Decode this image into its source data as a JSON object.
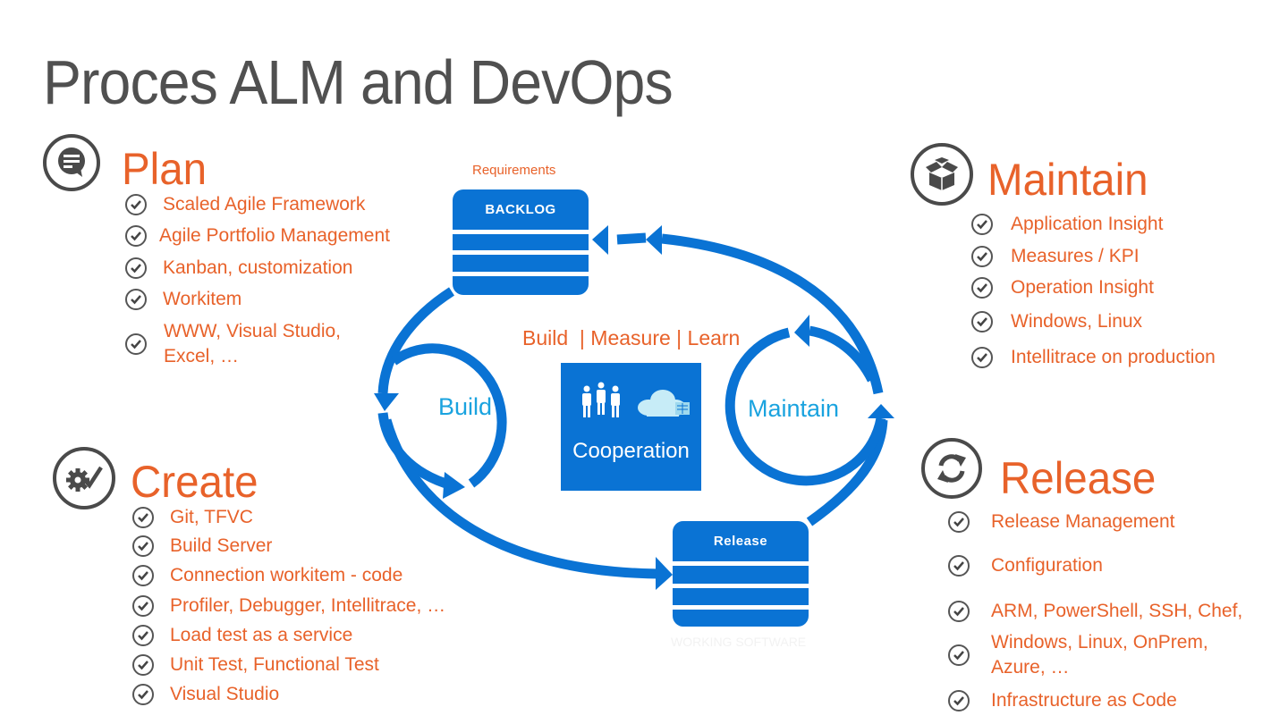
{
  "page": {
    "title": "Proces ALM and DevOps"
  },
  "colors": {
    "accent_orange": "#e8622a",
    "diagram_blue": "#0a73d4",
    "cycle_label_blue": "#1aa3df",
    "icon_gray": "#4a4a4a",
    "title_gray": "#505050"
  },
  "sections": {
    "plan": {
      "title": "Plan",
      "icon": "chat-bubble-icon",
      "items": [
        "Scaled Agile Framework",
        "Agile Portfolio Management",
        "Kanban, customization",
        "Workitem",
        "WWW, Visual Studio,",
        "Excel, …"
      ]
    },
    "create": {
      "title": "Create",
      "icon": "gear-check-icon",
      "items": [
        "Git, TFVC",
        "Build Server",
        "Connection workitem - code",
        "Profiler, Debugger, Intellitrace, …",
        "Load test as a service",
        "Unit Test, Functional Test",
        "Visual Studio"
      ]
    },
    "maintain": {
      "title": "Maintain",
      "icon": "open-box-icon",
      "items": [
        "Application Insight",
        "Measures / KPI",
        "Operation Insight",
        "Windows, Linux",
        "Intellitrace on production"
      ]
    },
    "release": {
      "title": "Release",
      "icon": "refresh-cycle-icon",
      "items": [
        "Release Management",
        "Configuration",
        "ARM, PowerShell, SSH, Chef,",
        "Windows, Linux, OnPrem,",
        "Azure, …",
        "Infrastructure as Code"
      ]
    }
  },
  "diagram": {
    "requirements_label": "Requirements",
    "backlog_label": "BACKLOG",
    "release_label": "Release",
    "working_software_label": "WORKING SOFTWARE",
    "build_cycle_label": "Build",
    "maintain_cycle_label": "Maintain",
    "tagline": "Build  | Measure | Learn",
    "cooperation_label": "Cooperation",
    "cooperation_icons": [
      "people-group-icon",
      "cloud-datacenter-icon"
    ]
  }
}
